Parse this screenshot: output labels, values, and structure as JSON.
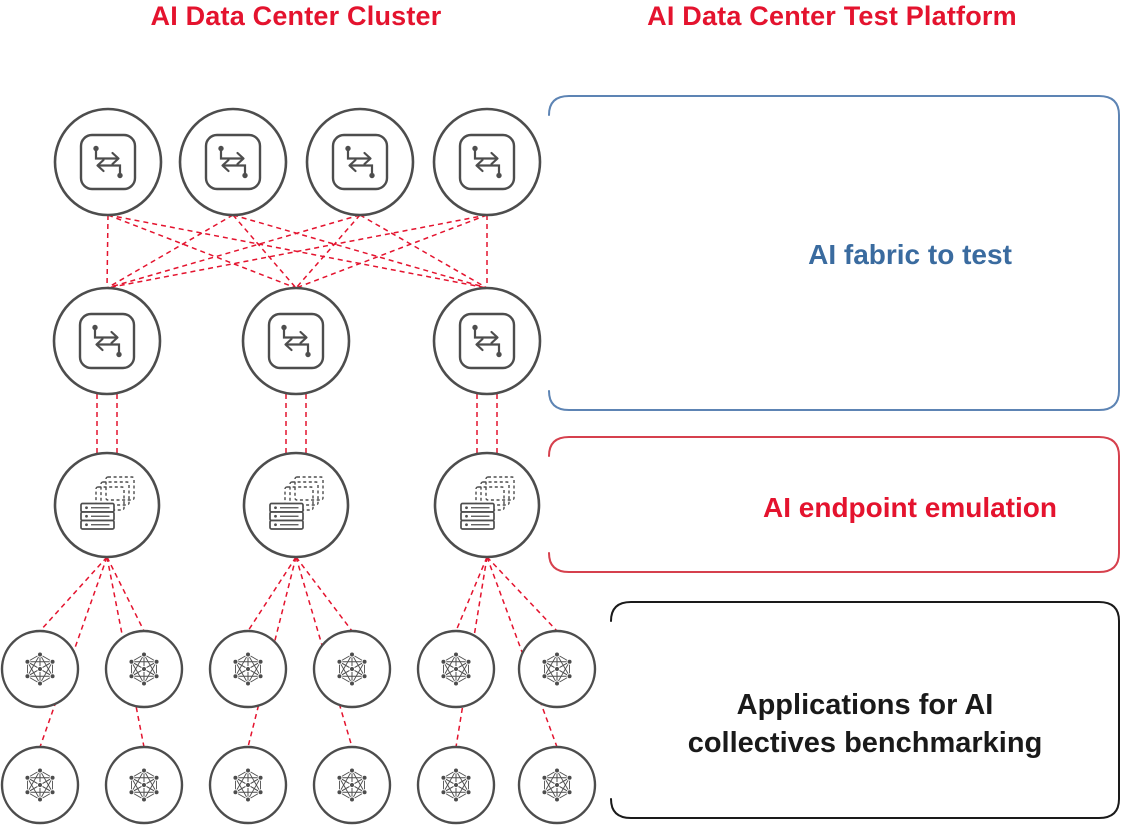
{
  "titles": {
    "left": "AI Data Center Cluster",
    "right": "AI Data Center Test Platform"
  },
  "colors": {
    "title": "#e4132e",
    "connection": "#e4132e",
    "node_stroke": "#4d4d4d",
    "fabric_bracket": "#5d84b4",
    "fabric_label": "#3a6b9f",
    "endpoint_bracket": "#d6404d",
    "endpoint_label": "#e4132e",
    "apps_bracket": "#1a1a1a",
    "apps_label": "#1a1a1a"
  },
  "brackets": {
    "fabric": {
      "label": "AI fabric to test"
    },
    "endpoint": {
      "label": "AI endpoint emulation"
    },
    "apps": {
      "label_line1": "Applications for AI",
      "label_line2": "collectives benchmarking"
    }
  },
  "diagram": {
    "spine_switch_count": 4,
    "leaf_switch_count": 3,
    "endpoint_server_count": 3,
    "app_node_rows": 2,
    "app_nodes_per_row": 6,
    "icons": [
      "switch-icon",
      "server-stack-icon",
      "collective-graph-icon"
    ],
    "connectivity": {
      "spine_to_leaf": "full-mesh dashed links",
      "leaf_to_server": "dual dashed links per leaf",
      "server_to_apps": "fan-out to 4 app nodes each"
    }
  }
}
